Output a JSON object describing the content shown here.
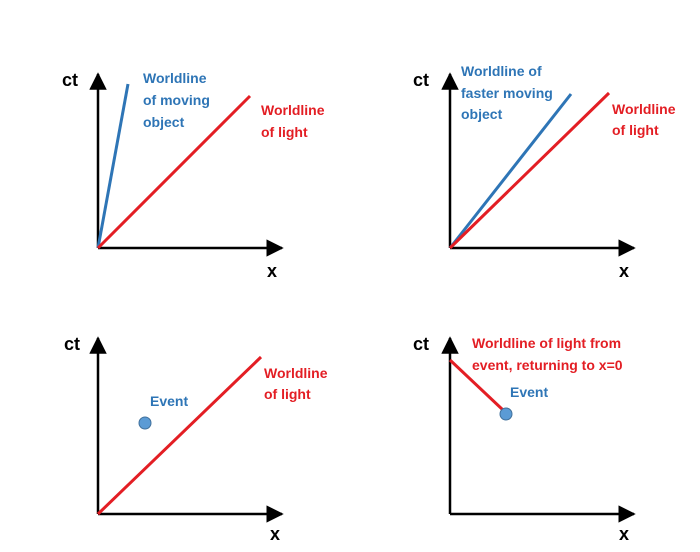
{
  "colors": {
    "axis": "#000000",
    "light": "#e31e24",
    "moving": "#2e75b6",
    "event_fill": "#5b9bd5",
    "event_stroke": "#41719c"
  },
  "panels": [
    {
      "y_axis_label": "ct",
      "x_axis_label": "x",
      "lines": [
        {
          "role": "moving",
          "label": [
            "Worldline",
            "of moving",
            "object"
          ]
        },
        {
          "role": "light",
          "label": [
            "Worldline",
            "of light"
          ]
        }
      ]
    },
    {
      "y_axis_label": "ct",
      "x_axis_label": "x",
      "lines": [
        {
          "role": "moving",
          "label": [
            "Worldline  of",
            "faster moving",
            "object"
          ]
        },
        {
          "role": "light",
          "label": [
            "Worldline",
            "of light"
          ]
        }
      ]
    },
    {
      "y_axis_label": "ct",
      "x_axis_label": "x",
      "event_label": "Event",
      "lines": [
        {
          "role": "light",
          "label": [
            "Worldline",
            "of light"
          ]
        }
      ]
    },
    {
      "y_axis_label": "ct",
      "x_axis_label": "x",
      "event_label": "Event",
      "lines": [
        {
          "role": "light",
          "label": [
            "Worldline  of light from",
            "event, returning to x=0"
          ]
        }
      ]
    }
  ]
}
